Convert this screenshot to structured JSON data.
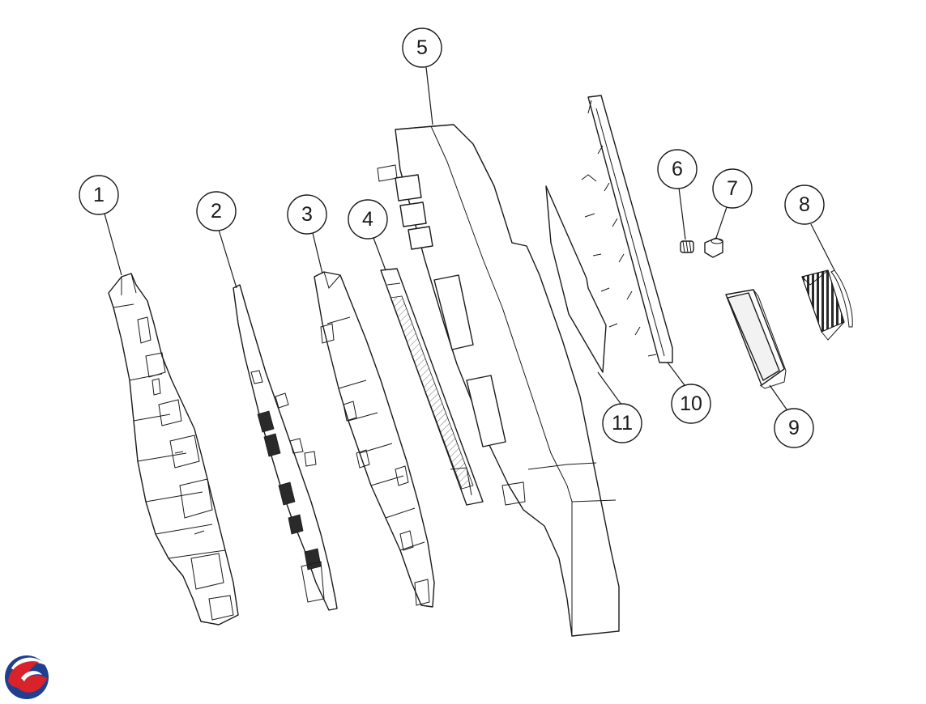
{
  "callouts": [
    {
      "label": "1"
    },
    {
      "label": "2"
    },
    {
      "label": "3"
    },
    {
      "label": "4"
    },
    {
      "label": "5"
    },
    {
      "label": "6"
    },
    {
      "label": "7"
    },
    {
      "label": "8"
    },
    {
      "label": "9"
    },
    {
      "label": "10"
    },
    {
      "label": "11"
    }
  ],
  "logo": {
    "name": "brand-logo-icon",
    "colors": [
      "#d8232a",
      "#1f3f8f"
    ]
  }
}
